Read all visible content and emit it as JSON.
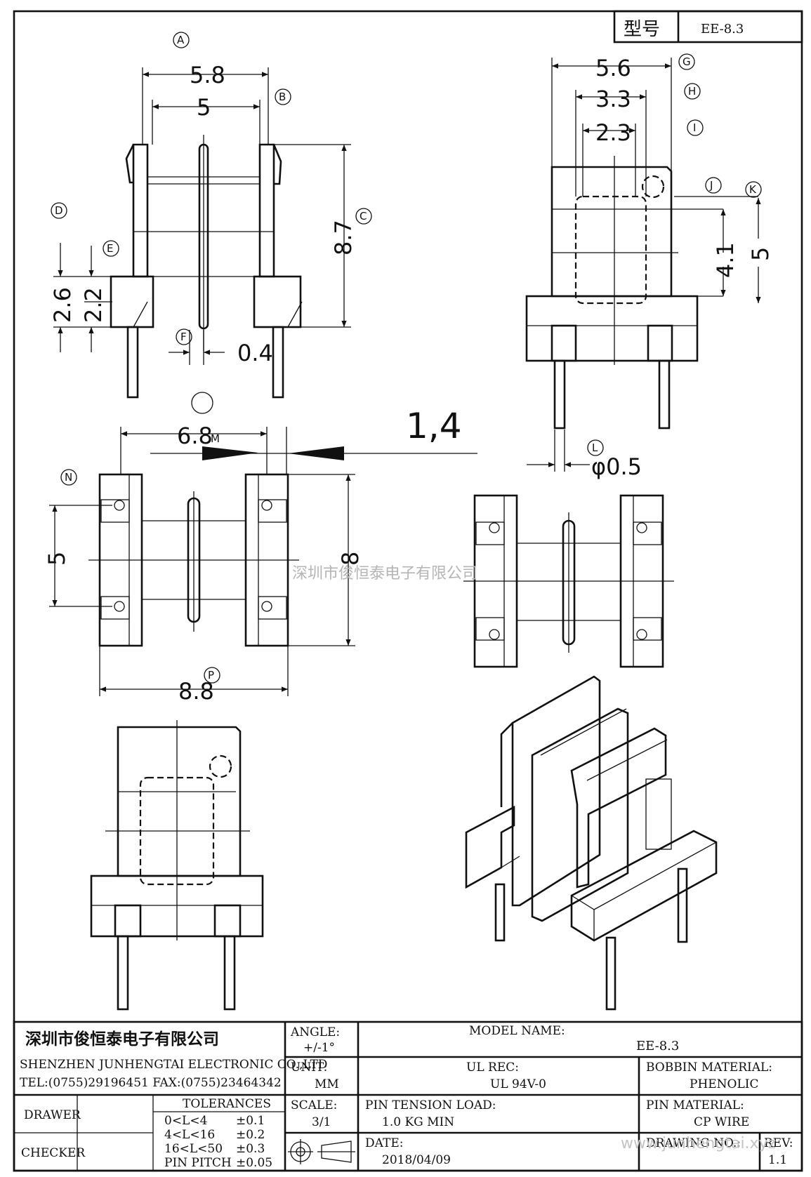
{
  "header": {
    "model_label": "型号",
    "model_value": "EE-8.3"
  },
  "view_labels": [
    "A",
    "B",
    "C",
    "D",
    "E",
    "F",
    "G",
    "H",
    "I",
    "J",
    "K",
    "L",
    "M",
    "N",
    "P"
  ],
  "dimensions": {
    "a_width": "5.8",
    "b_width": "5",
    "c_height": "8.7",
    "d_height": "2.6",
    "e_height": "2.2",
    "f_pin": "0.4",
    "g_width": "5.6",
    "h_width": "3.3",
    "i_width": "2.3",
    "j_height": "4.1",
    "k_height": "5",
    "l_pin": "φ0.5",
    "m_width": "6.8",
    "n_height": "5",
    "o_height": "8",
    "p_width": "8.8",
    "m_suffix": "M"
  },
  "pin_callout": "1,4",
  "watermark": "深圳市俊恒泰电子有限公司",
  "watermark_url": "www.junhengtai.xyz",
  "title_block": {
    "company_cn": "深圳市俊恒泰电子有限公司",
    "company_en": "SHENZHEN JUNHENGTAI  ELECTRONIC CO.,LTD",
    "contact": "TEL:(0755)29196451 FAX:(0755)23464342",
    "angle_label": "ANGLE:",
    "angle_value": "+/-1°",
    "unit_label": "UNIT:",
    "unit_value": "MM",
    "scale_label": "SCALE:",
    "scale_value": "3/1",
    "model_name_label": "MODEL NAME:",
    "model_name_value": "EE-8.3",
    "ul_label": "UL REC:",
    "ul_value": "UL 94V-0",
    "bobbin_label": "BOBBIN MATERIAL:",
    "bobbin_value": "PHENOLIC",
    "pin_tension_label": "PIN TENSION LOAD:",
    "pin_tension_value": "1.0 KG MIN",
    "pin_material_label": "PIN MATERIAL:",
    "pin_material_value": "CP WIRE",
    "date_label": "DATE:",
    "date_value": "2018/04/09",
    "drawing_no_label": "DRAWING NO.:",
    "rev_label": "REV:",
    "rev_value": "1.1",
    "drawer_label": "DRAWER",
    "checker_label": "CHECKER",
    "tolerances_title": "TOLERANCES",
    "tolerances": [
      {
        "range": "0<L<4",
        "value": "±0.1"
      },
      {
        "range": "4<L<16",
        "value": "±0.2"
      },
      {
        "range": "16<L<50",
        "value": "±0.3"
      },
      {
        "range": "PIN PITCH",
        "value": "±0.05"
      }
    ]
  }
}
